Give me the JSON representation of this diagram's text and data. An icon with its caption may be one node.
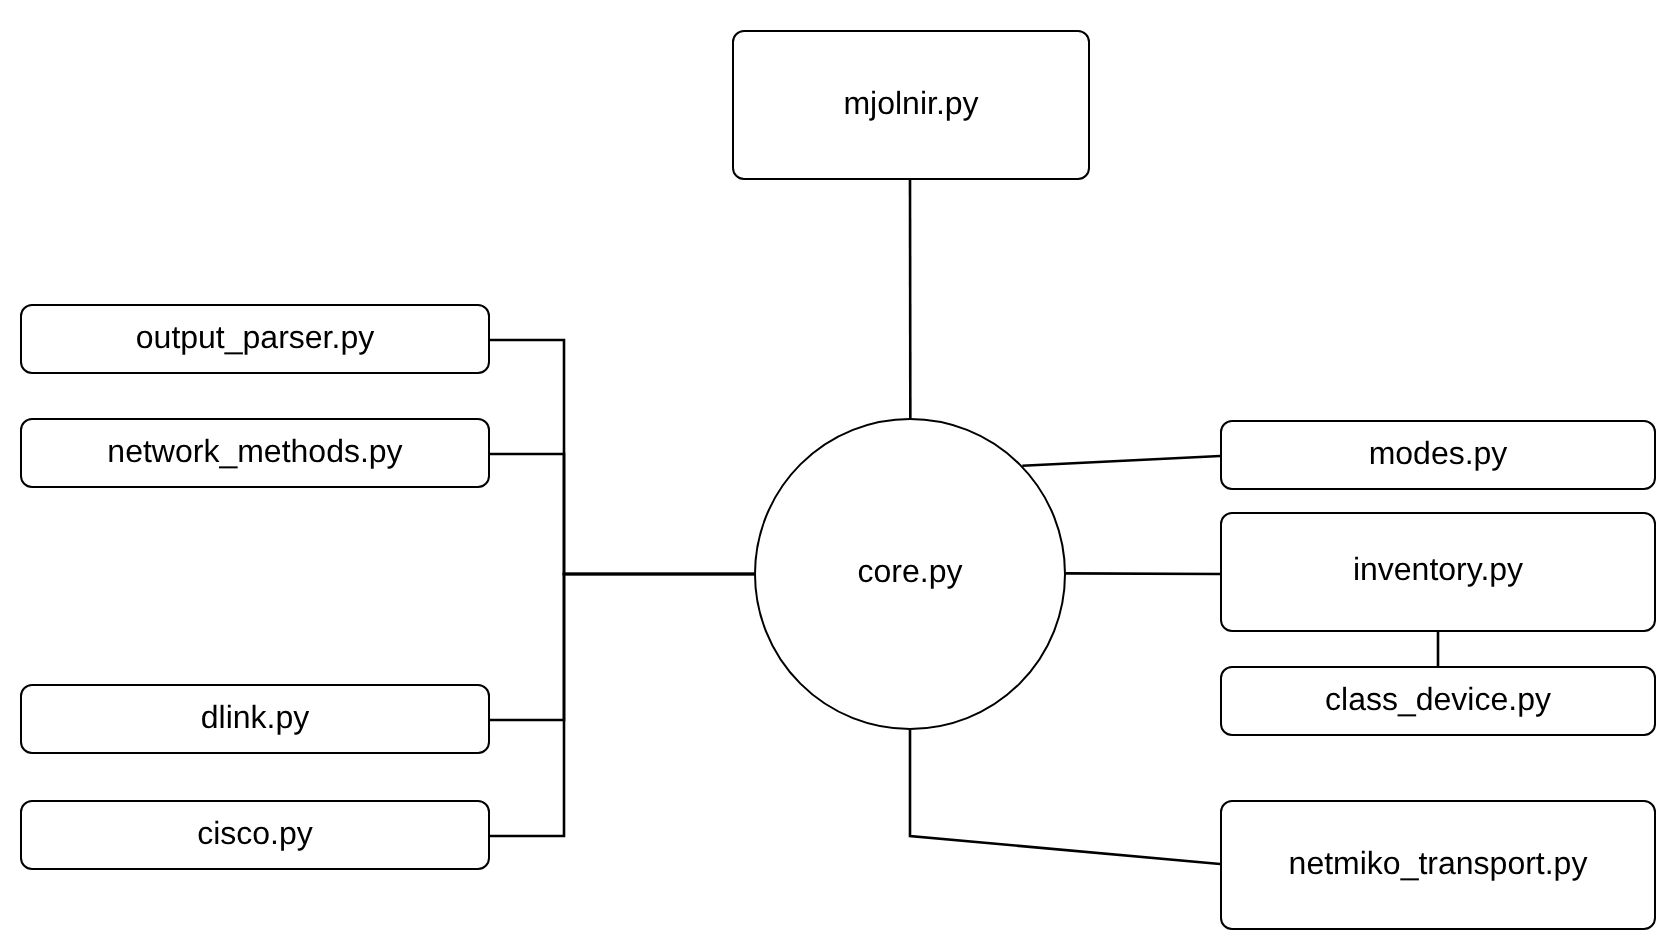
{
  "diagram": {
    "nodes": [
      {
        "text": [
          "mjolnir.py"
        ]
      },
      {
        "text": [
          "output_parser.py"
        ]
      },
      {
        "text": [
          "network_methods.py"
        ]
      },
      {
        "text": [
          "modes.py"
        ]
      },
      {
        "text": [
          "core.py"
        ]
      },
      {
        "text": [
          "inventory.py"
        ]
      },
      {
        "text": [
          "class_device.py"
        ]
      },
      {
        "text": [
          "dlink.py"
        ]
      },
      {
        "text": [
          "cisco.py"
        ]
      },
      {
        "text": [
          "netmiko_transport.py"
        ]
      }
    ],
    "edges": [
      {
        "from": 0,
        "to": 4,
        "arrow": "none"
      },
      {
        "from": 1,
        "to": 4,
        "arrow": "none"
      },
      {
        "from": 2,
        "to": 4,
        "arrow": "none"
      },
      {
        "from": 7,
        "to": 4,
        "arrow": "none"
      },
      {
        "from": 8,
        "to": 4,
        "arrow": "none"
      },
      {
        "from": 3,
        "to": 4,
        "arrow": "none"
      },
      {
        "from": 5,
        "to": 4,
        "arrow": "none"
      },
      {
        "from": 6,
        "to": 5,
        "arrow": "none"
      },
      {
        "from": 9,
        "to": 4,
        "arrow": "none"
      }
    ]
  }
}
